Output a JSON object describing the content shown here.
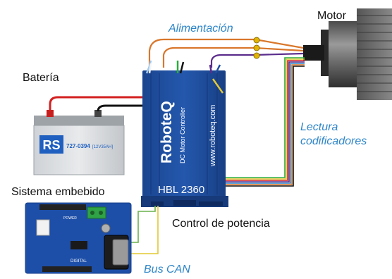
{
  "labels": {
    "motor": "Motor",
    "alimentacion": "Alimentación",
    "bateria": "Batería",
    "lectura_line1": "Lectura",
    "lectura_line2": "codificadores",
    "sistema_embebido": "Sistema embebido",
    "control_potencia": "Control de potencia",
    "bus_can": "Bus CAN"
  },
  "battery": {
    "brand": "RS",
    "part_number": "727-0394",
    "rating": "[12V35AH]"
  },
  "controller": {
    "brand": "RoboteQ",
    "subtitle": "DC Motor Controller",
    "url": "www.roboteq.com",
    "model": "HBL 2360"
  },
  "board": {
    "power_text": "POWER",
    "digital_text": "DIGITAL"
  },
  "colors": {
    "label_blue": "#2e86c9",
    "label_black": "#111111",
    "controller_blue": "#1f4fa3",
    "power_red": "#d42020",
    "power_black": "#111111",
    "motor_wire_orange": "#d9772c",
    "motor_wire_purple": "#5b2d8c",
    "encoder_wire_green": "#2bab3b",
    "can_wire_green": "#6ab04c",
    "can_wire_yellow": "#e3c832"
  }
}
